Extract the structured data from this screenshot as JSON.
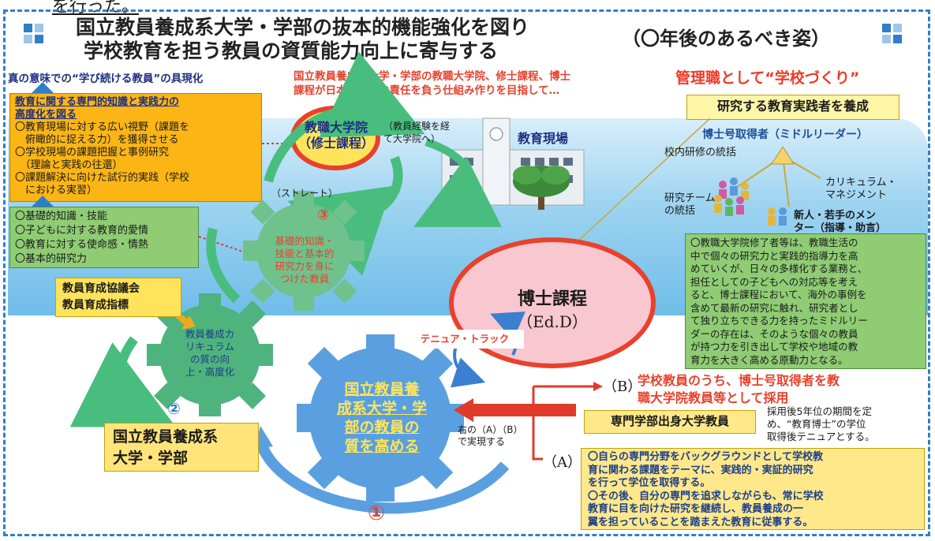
{
  "top_cut_text": "を行った。",
  "title": {
    "line1": "国立教員養成系大学・学部の抜本的機能強化を図り",
    "line2": "学校教育を担う教員の資質能力向上に寄与する",
    "sub": "（〇年後のあるべき姿）"
  },
  "banner_left": "真の意味での“学び続ける教員”の具現化",
  "banner_red": "国立教員養成系大学・学部の教職大学院、修士課程、博士\n課程が日本の教育に責任を負う仕組み作りを目指して…",
  "management": "管理職として“学校づくり”",
  "researcher_box": "研究する教育実践者を養成",
  "orange_box": {
    "heading": "教育に関する専門的知識と実践力の\n高度化を図る",
    "items": [
      "〇教育現場に対する広い視野（課題を\n　俯瞰的に捉える力）を獲得させる",
      "〇学校現場の課題把握と事例研究\n　（理論と実践の往還）",
      "〇課題解決に向けた試行的実践（学校\n　における実習）"
    ]
  },
  "green_box": {
    "items": [
      "〇基礎的知識・技能",
      "〇子どもに対する教育的愛情",
      "〇教育に対する使命感・情熱",
      "〇基本的研究力"
    ]
  },
  "kyoshoku": {
    "line1": "教職大学院",
    "line2": "（修士課程）"
  },
  "experience_note": "（教員経験を経\nて大学院へ）",
  "straight": "（ストレート）",
  "school_label": "教育現場",
  "doctor_holder": "博士号取得者（ミドルリーダー）",
  "roles": {
    "kounai": "校内研修の統括",
    "curriculum": "カリキュラム・\nマネジメント",
    "research_team": "研究チーム\nの統括",
    "mentor": "新人・若手のメン\nター（指導・助言）"
  },
  "green_right": "〇教職大学院修了者等は、教職生活の\n中で個々の研究力と実践的指導力を高\nめていくが、日々の多様化する業務と、\n担任としての子どもへの対応等を考え\nると、博士課程において、海外の事例を\n含めて最新の研究に触れ、研究者とし\nて独り立ちできる力を持ったミドルリー\nダーの存在は、そのような個々の教員\nが持つ力を引き出して学校や地域の教\n育力を大きく高める原動力となる。",
  "gear3": {
    "num": "③",
    "text": "基礎的知識・\n技能と基本的\n研究力を身に\nつけた教員"
  },
  "doctoral": {
    "line1": "博士課程",
    "line2": "（Ed.D）"
  },
  "tenure": "テニュア・トラック",
  "council_box": "教員育成協議会\n教員育成指標",
  "gear2": {
    "num": "②",
    "text": "教員養成カ\nリキュラム\nの質の向\n上・高度化"
  },
  "university_box": "国立教員養成系\n大学・学部",
  "gear1": {
    "num": "①",
    "text": "国立教員養\n成系大学・学\n部の教員の\n質を高める"
  },
  "realize": "右の（A）（B）\nで実現する",
  "b_label": "（B）",
  "b_text": "学校教員のうち、博士号取得者を教\n職大学院教員等として採用",
  "senmon_box": "専門学部出身大学教員",
  "tenure_note": "採用後5年位の期間を定\nめ、“教育博士”の学位\n取得後テニュアとする。",
  "a_label": "（A）",
  "a_box": "〇自らの専門分野をバックグラウンドとして学校教\n育に関わる課題をテーマに、実践的・実証的研究\nを行って学位を取得する。\n〇その後、自分の専門を追求しながらも、常に学校\n教育に目を向けた研究を継続し、教員養成の一\n翼を担っていることを踏まえた教育に従事する。",
  "icons": [
    "grid-squares-icon",
    "school-building-icon",
    "tree-icon",
    "gear-icon",
    "person-figure-icon",
    "arrow-icon"
  ],
  "colors": {
    "frame": "#2f7fc8",
    "red": "#e8412c",
    "orange": "#fbb515",
    "green": "#8fcc74",
    "yellow": "#ffe45b",
    "gear_blue": "#5aa0e0",
    "gear_green": "#49bd7e"
  }
}
